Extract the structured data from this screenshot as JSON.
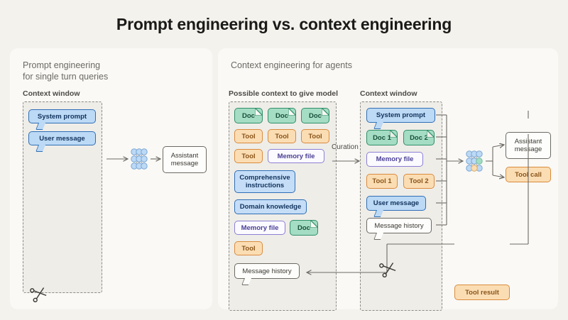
{
  "title": "Prompt engineering vs. context engineering",
  "colors": {
    "background": "#f4f2ed",
    "panel": "#faf9f6",
    "blue": "#bcd9f5",
    "blue_border": "#2f6fb5",
    "green": "#a5dcc4",
    "green_border": "#2f8f68",
    "orange": "#fbddb4",
    "orange_border": "#d98b3c",
    "purple_border": "#8b7fd4",
    "line": "#6d6a63"
  },
  "left_panel": {
    "title": "Prompt engineering\nfor single turn queries",
    "context_window_label": "Context window",
    "items": [
      {
        "label": "System prompt",
        "type": "blue-bubble"
      },
      {
        "label": "User message",
        "type": "blue-bubble"
      }
    ],
    "model_icon": "neural-network-icon",
    "scissors_icon": "scissors-icon",
    "output": {
      "label": "Assistant\nmessage",
      "type": "white-box"
    }
  },
  "right_panel": {
    "title": "Context engineering for agents",
    "possible_context_label": "Possible context to give model",
    "context_window_label": "Context window",
    "curation_label": "Curation",
    "possible_context_items": [
      {
        "label": "Doc",
        "type": "doc"
      },
      {
        "label": "Doc",
        "type": "doc"
      },
      {
        "label": "Doc",
        "type": "doc"
      },
      {
        "label": "Tool",
        "type": "tool"
      },
      {
        "label": "Tool",
        "type": "tool"
      },
      {
        "label": "Tool",
        "type": "tool"
      },
      {
        "label": "Tool",
        "type": "tool"
      },
      {
        "label": "Memory file",
        "type": "memory"
      },
      {
        "label": "Comprehensive instructions",
        "type": "blue-box"
      },
      {
        "label": "Domain knowledge",
        "type": "blue-box"
      },
      {
        "label": "Memory file",
        "type": "memory"
      },
      {
        "label": "Doc",
        "type": "doc"
      },
      {
        "label": "Tool",
        "type": "tool"
      },
      {
        "label": "Message history",
        "type": "white-bubble"
      }
    ],
    "context_window_items": [
      {
        "label": "System prompt",
        "type": "blue-bubble"
      },
      {
        "label": "Doc 1",
        "type": "doc"
      },
      {
        "label": "Doc 2",
        "type": "doc"
      },
      {
        "label": "Memory file",
        "type": "memory"
      },
      {
        "label": "Tool 1",
        "type": "tool"
      },
      {
        "label": "Tool 2",
        "type": "tool"
      },
      {
        "label": "User message",
        "type": "blue-bubble"
      },
      {
        "label": "Message history",
        "type": "white-bubble"
      }
    ],
    "model_icon": "neural-network-icon",
    "scissors_icon": "scissors-icon",
    "outputs": [
      {
        "label": "Assistant\nmessage",
        "type": "white-box"
      },
      {
        "label": "Tool call",
        "type": "orange-box"
      }
    ],
    "feedback": {
      "label": "Tool result",
      "type": "orange-pill"
    }
  }
}
